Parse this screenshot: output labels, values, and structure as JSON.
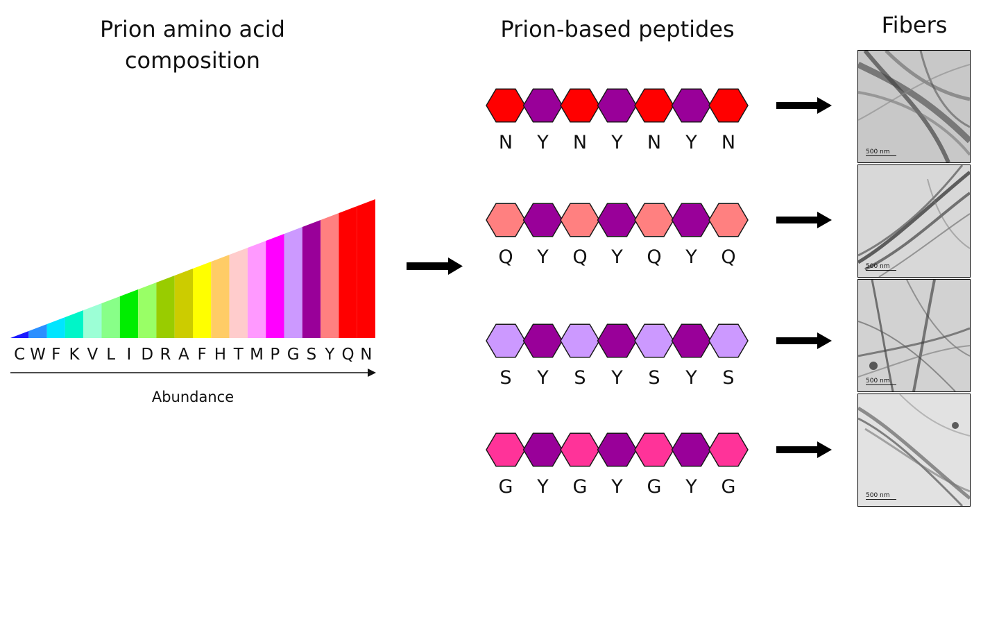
{
  "titles": {
    "composition": "Prion amino acid composition",
    "peptides": "Prion-based peptides",
    "fibers": "Fibers"
  },
  "composition": {
    "axis_label": "Abundance",
    "residues": [
      {
        "aa": "C",
        "color": "#1a1aff"
      },
      {
        "aa": "W",
        "color": "#2b8fff"
      },
      {
        "aa": "F",
        "color": "#00e5ff"
      },
      {
        "aa": "K",
        "color": "#00f5c8"
      },
      {
        "aa": "V",
        "color": "#9cffd6"
      },
      {
        "aa": "L",
        "color": "#88ff88"
      },
      {
        "aa": "I",
        "color": "#00ee00"
      },
      {
        "aa": "D",
        "color": "#99ff66"
      },
      {
        "aa": "R",
        "color": "#99cc00"
      },
      {
        "aa": "A",
        "color": "#cccc00"
      },
      {
        "aa": "F",
        "color": "#ffff00"
      },
      {
        "aa": "H",
        "color": "#ffcc66"
      },
      {
        "aa": "T",
        "color": "#ffcccc"
      },
      {
        "aa": "M",
        "color": "#ff99ff"
      },
      {
        "aa": "P",
        "color": "#ff00ff"
      },
      {
        "aa": "G",
        "color": "#cc99ff"
      },
      {
        "aa": "S",
        "color": "#990099"
      },
      {
        "aa": "Y",
        "color": "#ff8080"
      },
      {
        "aa": "Q",
        "color": "#ff0000"
      },
      {
        "aa": "N",
        "color": ""
      }
    ]
  },
  "peptides": [
    {
      "letters": [
        "N",
        "Y",
        "N",
        "Y",
        "N",
        "Y",
        "N"
      ],
      "color_a": "#ff0000",
      "color_b": "#990099"
    },
    {
      "letters": [
        "Q",
        "Y",
        "Q",
        "Y",
        "Q",
        "Y",
        "Q"
      ],
      "color_a": "#ff8080",
      "color_b": "#990099"
    },
    {
      "letters": [
        "S",
        "Y",
        "S",
        "Y",
        "S",
        "Y",
        "S"
      ],
      "color_a": "#cc99ff",
      "color_b": "#990099"
    },
    {
      "letters": [
        "G",
        "Y",
        "G",
        "Y",
        "G",
        "Y",
        "G"
      ],
      "color_a": "#ff3399",
      "color_b": "#990099"
    }
  ],
  "fibers": [
    {
      "scale": "500 nm"
    },
    {
      "scale": "500 nm"
    },
    {
      "scale": "500 nm"
    },
    {
      "scale": "500 nm"
    }
  ]
}
